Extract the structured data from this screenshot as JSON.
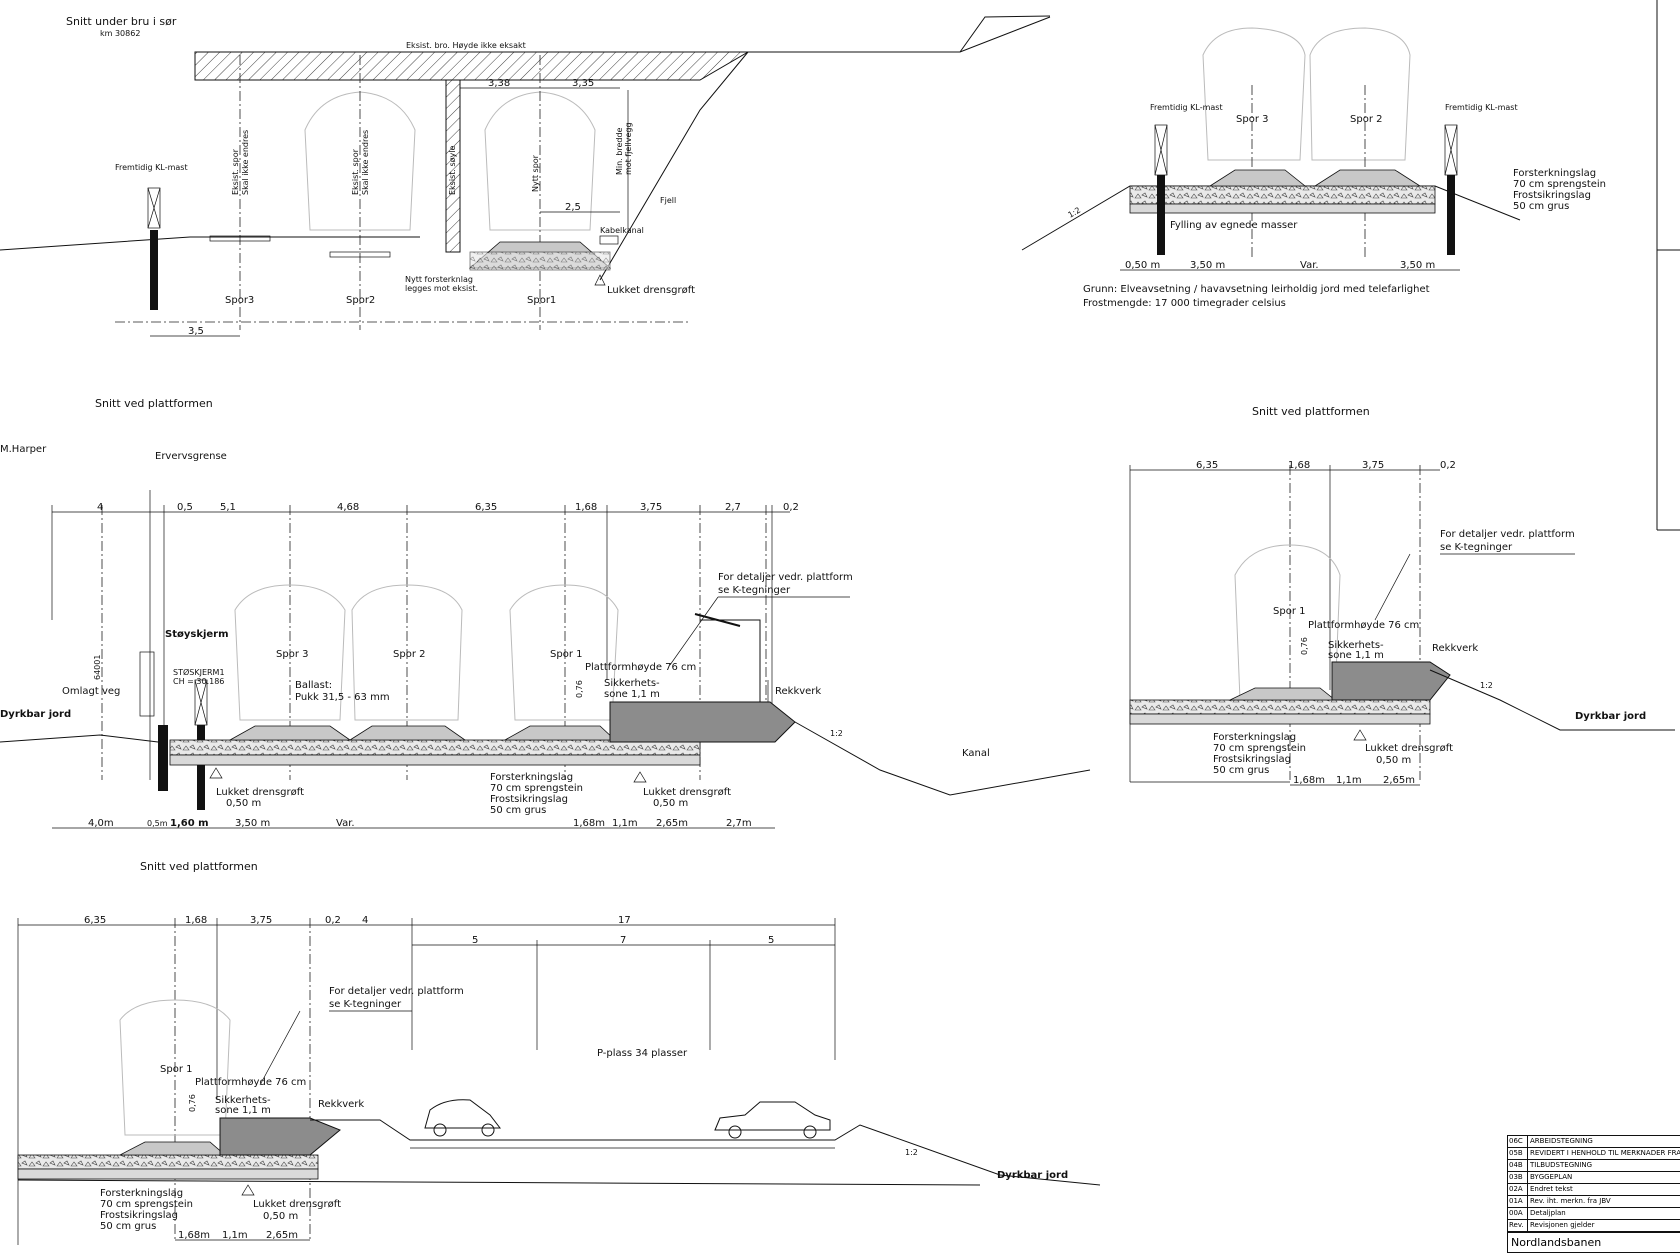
{
  "section_bridge": {
    "title": "Snitt under bru i sør",
    "subtitle": "km 30862",
    "bridge_label": "Eksist. bro. Høyde ikke eksakt",
    "dims_top": [
      "3,38",
      "3,35"
    ],
    "dim_25": "2,5",
    "dim_35": "3,5",
    "existing_track_a": "Eksist. spor",
    "existing_track_a2": "Skal ikke endres",
    "existing_track_b": "Eksist. spor",
    "existing_track_b2": "Skal ikke endres",
    "existing_column": "Eksist. søyle",
    "new_track": "Nytt spor",
    "min_width_1": "Min. bredde",
    "min_width_2": "mot fjellvegg",
    "rock": "Fjell",
    "mast": "Fremtidig KL-mast",
    "cable_channel": "Kabelkanal",
    "reinforce_1": "Nytt forsterknlag",
    "reinforce_2": "legges mot eksist.",
    "drain": "Lukket drensgrøft",
    "tracks": [
      "Spor3",
      "Spor2",
      "Spor1"
    ]
  },
  "section_fill": {
    "mast_left": "Fremtidig KL-mast",
    "mast_right": "Fremtidig KL-mast",
    "track_3": "Spor 3",
    "track_2": "Spor 2",
    "slope": "1:2",
    "fill_label": "Fylling av egnede masser",
    "reinforce": [
      "Forsterkningslag",
      "70 cm sprengstein",
      "Frostsikringslag",
      "50 cm grus"
    ],
    "dims": [
      "0,50 m",
      "3,50 m",
      "Var.",
      "3,50 m"
    ],
    "ground_1": "Grunn: Elveavsetning / havavsetning leirholdig jord med telefarlighet",
    "ground_2": "Frostmengde: 17 000 timegrader celsius"
  },
  "section_platform_main": {
    "title": "Snitt ved plattformen",
    "author": "M.Harper",
    "boundary": "Ervervsgrense",
    "dims_top": [
      "4",
      "0,5",
      "5,1",
      "4,68",
      "6,35",
      "1,68",
      "3,75",
      "2,7",
      "0,2"
    ],
    "noise_screen": "Støyskjerm",
    "noise_screen_sub1": "STØSKJERM1",
    "noise_screen_sub2": "CH = 30.186",
    "height_label": "64001",
    "road": "Omlagt veg",
    "field": "Dyrkbar jord",
    "ballast_1": "Ballast:",
    "ballast_2": "Pukk 31,5 - 63 mm",
    "tracks": [
      "Spor 3",
      "Spor 2",
      "Spor 1"
    ],
    "platform_details_1": "For detaljer vedr. plattform",
    "platform_details_2": "se K-tegninger",
    "platform_height": "Plattformhøyde 76 cm",
    "dim_076": "0,76",
    "safety_1": "Sikkerhets-",
    "safety_2": "sone 1,1 m",
    "railing": "Rekkverk",
    "slope": "1:2",
    "canal": "Kanal",
    "drain_left_1": "Lukket drensgrøft",
    "drain_left_2": "0,50 m",
    "reinforce": [
      "Forsterkningslag",
      "70 cm sprengstein",
      "Frostsikringslag",
      "50 cm grus"
    ],
    "drain_right_1": "Lukket drensgrøft",
    "drain_right_2": "0,50 m",
    "dims_bottom": [
      "4,0m",
      "0,5m",
      "1,60 m",
      "3,50 m",
      "Var.",
      "1,68m",
      "1,1m",
      "2,65m",
      "2,7m"
    ]
  },
  "section_platform_right": {
    "title": "Snitt ved plattformen",
    "dims_top": [
      "6,35",
      "1,68",
      "3,75",
      "0,2"
    ],
    "platform_details_1": "For detaljer vedr. plattform",
    "platform_details_2": "se K-tegninger",
    "track_1": "Spor 1",
    "platform_height": "Plattformhøyde 76 cm",
    "dim_076": "0,76",
    "safety_1": "Sikkerhets-",
    "safety_2": "sone 1,1 m",
    "railing": "Rekkverk",
    "slope": "1:2",
    "field": "Dyrkbar jord",
    "reinforce": [
      "Forsterkningslag",
      "70 cm sprengstein",
      "Frostsikringslag",
      "50 cm grus"
    ],
    "drain_1": "Lukket drensgrøft",
    "drain_2": "0,50 m",
    "dims_bottom": [
      "1,68m",
      "1,1m",
      "2,65m"
    ]
  },
  "section_parking": {
    "title": "Snitt ved plattformen",
    "dims_top": [
      "6,35",
      "1,68",
      "3,75",
      "0,2",
      "4",
      "17"
    ],
    "dims_parking": [
      "5",
      "7",
      "5"
    ],
    "platform_details_1": "For detaljer vedr. plattform",
    "platform_details_2": "se K-tegninger",
    "parking": "P-plass 34 plasser",
    "track_1": "Spor 1",
    "platform_height": "Plattformhøyde 76 cm",
    "dim_076": "0,76",
    "safety_1": "Sikkerhets-",
    "safety_2": "sone 1,1 m",
    "railing": "Rekkverk",
    "slope": "1:2",
    "field": "Dyrkbar jord",
    "reinforce": [
      "Forsterkningslag",
      "70 cm sprengstein",
      "Frostsikringslag",
      "50 cm grus"
    ],
    "drain_1": "Lukket drensgrøft",
    "drain_2": "0,50 m",
    "dims_bottom": [
      "1,68m",
      "1,1m",
      "2,65m"
    ]
  },
  "revision_table": {
    "rows": [
      {
        "code": "06C",
        "text": "ARBEIDSTEGNING"
      },
      {
        "code": "05B",
        "text": "REVIDERT I HENHOLD TIL MERKNADER FRA"
      },
      {
        "code": "04B",
        "text": "TILBUDSTEGNING"
      },
      {
        "code": "03B",
        "text": "BYGGEPLAN"
      },
      {
        "code": "02A",
        "text": "Endret tekst"
      },
      {
        "code": "01A",
        "text": "Rev. iht. merkn. fra JBV"
      },
      {
        "code": "00A",
        "text": "Detaljplan"
      },
      {
        "code": "Rev.",
        "text": "Revisjonen gjelder"
      }
    ],
    "project": "Nordlandsbanen"
  }
}
